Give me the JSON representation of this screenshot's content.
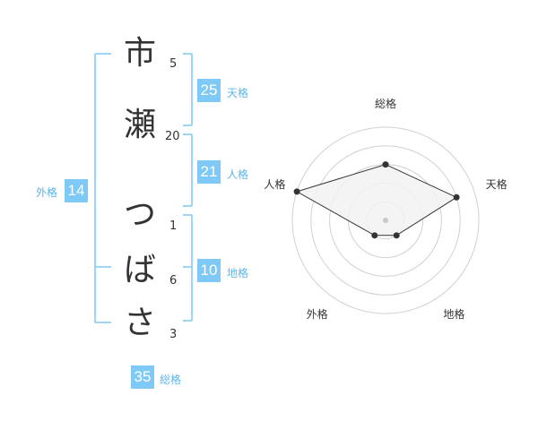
{
  "characters": [
    {
      "char": "市",
      "strokes": "5"
    },
    {
      "char": "瀬",
      "strokes": "20"
    },
    {
      "char": "つ",
      "strokes": "1"
    },
    {
      "char": "ば",
      "strokes": "6"
    },
    {
      "char": "さ",
      "strokes": "3"
    }
  ],
  "kakusu": {
    "tenkaku": {
      "value": "25",
      "label": "天格"
    },
    "jinkaku": {
      "value": "21",
      "label": "人格"
    },
    "chikaku": {
      "value": "10",
      "label": "地格"
    },
    "gaikaku": {
      "value": "14",
      "label": "外格"
    },
    "soukaku": {
      "value": "35",
      "label": "総格"
    }
  },
  "chart_data": {
    "type": "radar",
    "axes": [
      "総格",
      "天格",
      "地格",
      "外格",
      "人格"
    ],
    "values": [
      3,
      4,
      1,
      1,
      5
    ],
    "max": 5,
    "rings": 5,
    "colors": {
      "fill": "#f2f2f2",
      "line": "#333333",
      "ring": "#d0d0d0",
      "point": "#333333",
      "center": "#c8c8c8"
    }
  },
  "colors": {
    "accent": "#7ec9f5",
    "accent_text": "#5bb6ec"
  }
}
